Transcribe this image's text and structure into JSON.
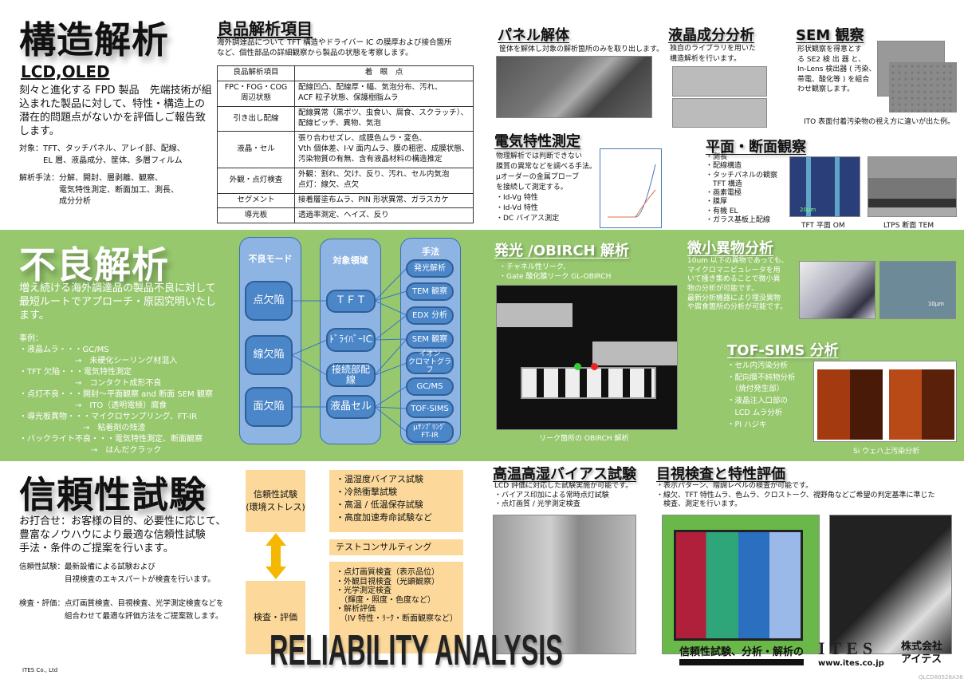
{
  "structure": {
    "title": "構造解析",
    "subtitle": "LCD,OLED",
    "intro": "刻々と進化する FPD 製品　先端技術が組\n込まれた製品に対して、特性・構造上の\n潜在的問題点がないかを評価しご報告致\nします。",
    "targets": "対象：TFT、タッチパネル、アレイ部、配線、\n　　　EL 層、液晶成分、筐体、多層フィルム",
    "methods": "解析手法：分解、開封、層剥離、観察、\n　　　　　電気特性測定、断面加工、測長、\n　　　　　成分分析"
  },
  "good_analysis": {
    "title": "良品解析項目",
    "desc": "海外調達品について TFT 構造やドライバー IC の膜厚および接合箇所\nなど、個性部品の詳細観察から製品の状態を考察します。",
    "headers": [
      "良品解析項目",
      "着　眼　点"
    ],
    "rows": [
      [
        "FPC・FOG・COG\n周辺状態",
        "配線凹凸、配線厚・幅、気泡分布、汚れ、\nACF 粒子状態、保護樹脂ムラ"
      ],
      [
        "引き出し配線",
        "配線異常（黒ポツ、虫食い、腐食、スクラッチ）、\n配線ピッチ、異物、気泡"
      ],
      [
        "液晶・セル",
        "張り合わせズレ、成膜色ムラ・変色、\nVth 個体差、I-V 面内ムラ、膜の粗密、成膜状態、\n汚染物質の有無、含有液晶材料の構造推定"
      ],
      [
        "外観・点灯検査",
        "外観：割れ、欠け、反り、汚れ、セル内気泡\n点灯：線欠、点欠"
      ],
      [
        "セグメント",
        "接着層塗布ムラ、PIN 形状異常、ガラスカケ"
      ],
      [
        "導光板",
        "透過率測定、ヘイズ、反り"
      ]
    ]
  },
  "panel": {
    "title": "パネル解体",
    "desc": "筐体を解体し対象の解析箇所のみを取り出します。"
  },
  "lc": {
    "title": "液晶成分分析",
    "desc": "独自のライブラリを用いた\n構造解析を行います。"
  },
  "sem": {
    "title": "SEM 観察",
    "desc": "形状観察を得意とす\nる SE2 検 出 器 と、\nIn-Lens 検出器 ( 汚染、\n帯電、酸化等 ) を組合\nわせ観察します。",
    "caption": "ITO 表面付着汚染物の視え方に違いが出た例。"
  },
  "elec": {
    "title": "電気特性測定",
    "desc": "物理解析では判断できない\n膜質の異常などを調べる手法。\nμオーダーの金属プローブ\nを接続して測定する。\n・Id-Vg 特性\n・Id-Vd 特性\n・DC バイアス測定"
  },
  "plane": {
    "title": "平面・断面観察",
    "list": "・測長\n・配線構造\n・タッチパネルの観察\n　TFT 構造\n・画素電極\n・膜厚\n・有機 EL\n・ガラス基板上配線",
    "cap1": "TFT 平面 OM",
    "cap2": "LTPS 断面 TEM",
    "scale": "20μm"
  },
  "failure": {
    "title": "不良解析",
    "intro": "増え続ける海外調達品の製品不良に対して\n最短ルートでアプローチ・原因究明いたし\nます。",
    "cases": "事例：\n・液晶ムラ・・・GC/MS\n　　　　　　　→　未硬化シーリング材混入\n・TFT 欠陥・・・電気特性測定\n　　　　　　　→　コンタクト成形不良\n・点灯不良・・・開封～平面観察 and 断面 SEM 観察\n　　　　　　　→　ITO（透明電極）腐食\n・導光板異物・・・マイクロサンプリング、FT-IR\n　　　　　　　　→　粘着剤の残渣\n・バックライト不良・・・電気特性測定、断面観察\n　　　　　　　　　→　はんだクラック",
    "col_modes": "不良モード",
    "col_areas": "対象領域",
    "col_methods": "手法",
    "modes": [
      "点欠陥",
      "線欠陥",
      "面欠陥"
    ],
    "areas": [
      "ＴＦＴ",
      "ﾄﾞﾗｲﾊﾞｰIC",
      "接続部配線",
      "液晶セル"
    ],
    "methods": [
      "発光解析",
      "TEM 観察",
      "EDX 分析",
      "SEM 観察",
      "イオン\nクロマトグラフ",
      "GC/MS",
      "TOF-SIMS",
      "μｻﾝﾌﾟﾘﾝｸﾞ\nFT-IR"
    ]
  },
  "obirch": {
    "title": "発光 /OBIRCH 解析",
    "list": "・チャネル性リーク、\n・Gate 酸化膜リーク GL-OBIRCH",
    "caption": "リーク箇所の OBIRCH 解析"
  },
  "micro": {
    "title": "微小異物分析",
    "desc": "10um 以下の異物であっても、\nマイクロマニピュレータを用\nいて掻き集めることで微小異\n物の分析が可能です。\n最新分析機器により埋没異物\nや腐食箇所の分析が可能です。",
    "scale": "10μm"
  },
  "tof": {
    "title": "TOF-SIMS 分析",
    "list": "・セル内汚染分析\n・配向膜不純物分析\n　（焼付発生部）\n・液晶注入口部の\n　LCD ムラ分析\n・PI ハジキ",
    "caption": "Si ウェハ上汚染分析"
  },
  "reliability": {
    "title": "信頼性試験",
    "intro": "お打合せ：お客様の目的、必要性に応じて、\n豊富なノウハウにより最適な信頼性試験\n手法・条件のご提案を行います。",
    "l1": "信頼性試験：最新設備による試験および\n　　　　　　目視検査のエキスパートが検査を行います。",
    "l2": "検査・評価：点灯画質検査、目視検査、光学測定検査などを\n　　　　　　組合わせて最適な評価方法をご提案致します。",
    "box1": "信頼性試験\n(環境ストレス)",
    "box2": "検査・評価",
    "list1": "・温湿度バイアス試験\n・冷熱衝撃試験\n・高温 / 低温保存試験\n・高度加速寿命試験など",
    "consult": "テストコンサルティング",
    "list2": "・点灯画質検査（表示品位）\n・外観目視検査（光顕観察）\n・光学測定検査\n　（輝度・照度・色度など）\n・解析評価\n　（IV 特性・ﾘｰｸ・断面観察など）"
  },
  "hthh": {
    "title": "高温高湿バイアス試験",
    "desc": "LCD 評価に対応した試験実施が可能です。\n・バイアス印加による常時点灯試験\n・点灯画質 / 光学測定検査"
  },
  "visual": {
    "title": "目視検査と特性評価",
    "desc": "・表示パターン、階調レベルの検査が可能です。\n・線欠、TFT 特性ムラ、色ムラ、クロストーク、視野角などご希望の判定基準に準じた\n　検査、測定を行います。"
  },
  "footer": {
    "banner": "RELIABILITY ANALYSIS",
    "tagline": "信頼性試験、分析・解析の",
    "logo": "ITES",
    "url": "www.ites.co.jp",
    "company": "株式会社\nアイテス",
    "copyright": "ITES Co., Ltd",
    "code": "QLCD80528A38"
  },
  "colors": {
    "green": "#97c86e",
    "blue": "#4a86c8",
    "orange": "#fcd99a",
    "arrow": "#f5b800"
  }
}
